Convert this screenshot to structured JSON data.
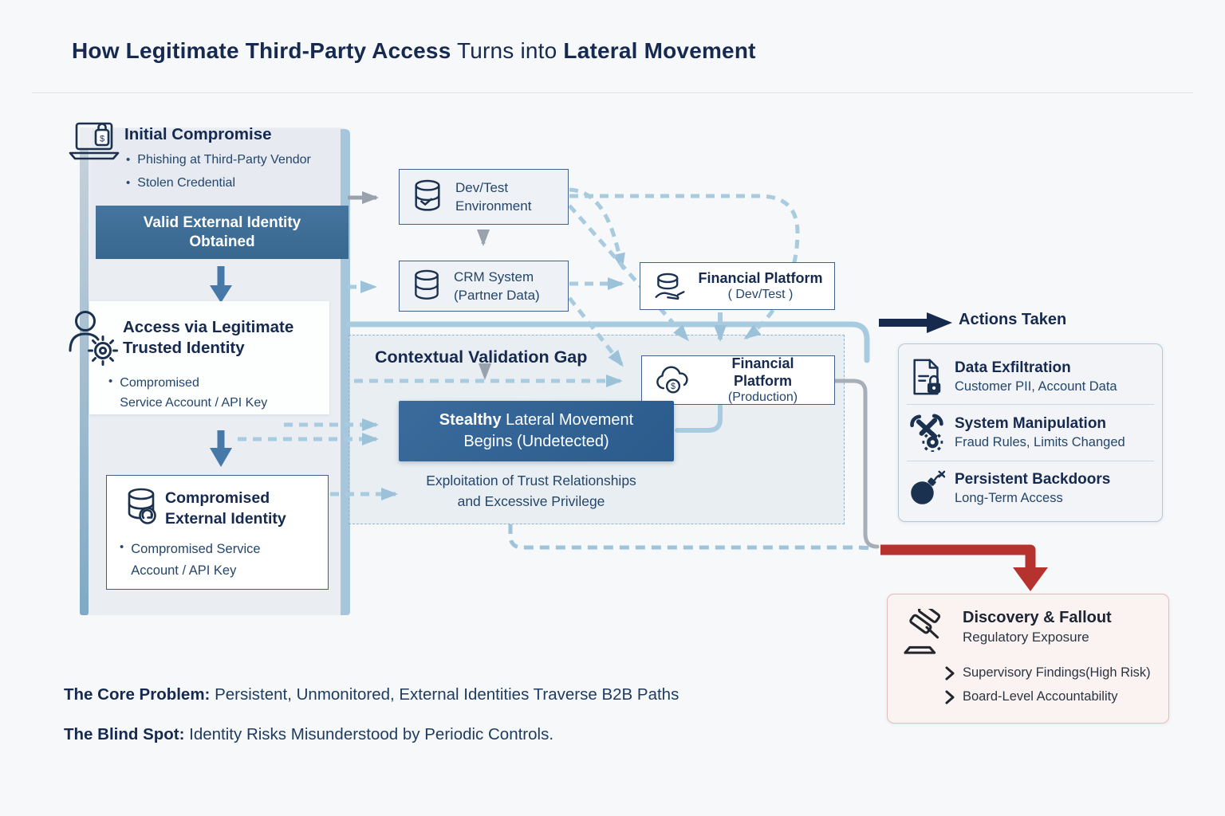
{
  "colors": {
    "navy": "#16294e",
    "body": "#24466b",
    "steel": "#3d6e98",
    "stealthy": "#2e608f",
    "lightblue": "#a9cbdf",
    "grayline": "#9aa3ad",
    "red": "#b5322e",
    "panel": "#eaeef3",
    "boxgray": "#eef1f5",
    "actionsbg": "#f2f4f7",
    "discoverybg": "#fbf3f1",
    "discoveryborder": "#e3bdb9",
    "border_navy": "#3f5d85"
  },
  "title": {
    "bold1": "How Legitimate Third-Party Access",
    "mid": " Turns into ",
    "bold2": "Lateral Movement"
  },
  "left": {
    "initial": {
      "heading": "Initial Compromise",
      "bullets": [
        "Phishing at Third-Party Vendor",
        "Stolen Credential"
      ],
      "icon": "compromised-laptop-icon"
    },
    "valid": {
      "line1": "Valid External Identity",
      "line2": "Obtained"
    },
    "access": {
      "line1": "Access via Legitimate",
      "line2": "Trusted Identity",
      "bullet_line1": "Compromised",
      "bullet_line2": "Service Account / API Key",
      "icon": "person-gear-icon"
    },
    "cei": {
      "line1": "Compromised",
      "line2": "External Identity",
      "bullet_line1": "Compromised Service",
      "bullet_line2": "Account / API Key",
      "icon": "database-alert-icon"
    }
  },
  "systems": {
    "devtest": {
      "line1": "Dev/Test",
      "line2": "Environment",
      "icon": "database-icon"
    },
    "crm": {
      "line1": "CRM System",
      "line2": "(Partner Data)",
      "icon": "database-icon"
    },
    "fpdev": {
      "line1": "Financial Platform",
      "line2": "( Dev/Test )",
      "icon": "hand-coins-icon"
    },
    "fpprod": {
      "line1": "Financial Platform",
      "line2": "(Production)",
      "icon": "cloud-dollar-icon"
    }
  },
  "gap": {
    "heading": "Contextual Validation Gap",
    "stealthy_bold": "Stealthy",
    "stealthy_rest": " Lateral Movement",
    "stealthy_line2": "Begins (Undetected)",
    "exploit_line1": "Exploitation of Trust Relationships",
    "exploit_line2": "and Excessive Privilege"
  },
  "actions": {
    "heading": "Actions Taken",
    "items": [
      {
        "title": "Data Exfiltration",
        "subtitle": "Customer PII, Account Data",
        "icon": "document-lock-icon"
      },
      {
        "title": "System Manipulation",
        "subtitle": "Fraud Rules, Limits Changed",
        "icon": "wrench-gear-icon"
      },
      {
        "title": "Persistent Backdoors",
        "subtitle": "Long-Term Access",
        "icon": "bomb-icon"
      }
    ]
  },
  "discovery": {
    "heading": "Discovery & Fallout",
    "subtitle": "Regulatory Exposure",
    "items": [
      "Supervisory Findings(High Risk)",
      "Board-Level Accountability"
    ],
    "icon": "gavel-icon"
  },
  "footer": {
    "core_label": "The Core Problem:",
    "core_text": " Persistent, Unmonitored, External Identities Traverse B2B Paths",
    "blind_label": "The Blind Spot:",
    "blind_text": " Identity Risks Misunderstood by Periodic Controls."
  }
}
